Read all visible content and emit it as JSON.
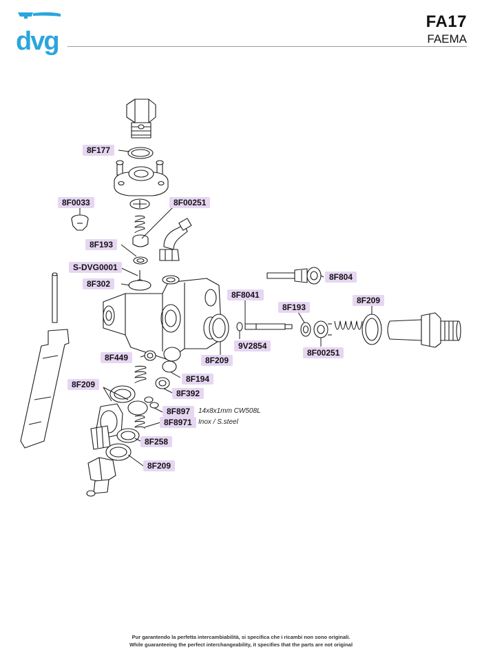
{
  "brand": {
    "logo_text": "dvg",
    "accent_color": "#2aa6dc"
  },
  "header": {
    "code": "FA17",
    "brand_name": "FAEMA"
  },
  "labels": {
    "8F177": "8F177",
    "8F0033": "8F0033",
    "8F00251_top": "8F00251",
    "8F193_left": "8F193",
    "S-DVG0001": "S-DVG0001",
    "8F302": "8F302",
    "8F804": "8F804",
    "8F8041": "8F8041",
    "8F193_right": "8F193",
    "8F209_right": "8F209",
    "9V2854": "9V2854",
    "8F00251_right": "8F00251",
    "8F209_mid": "8F209",
    "8F449": "8F449",
    "8F194": "8F194",
    "8F209_left": "8F209",
    "8F392": "8F392",
    "8F897": "8F897",
    "8F8971": "8F8971",
    "8F258": "8F258",
    "8F209_bottom": "8F209"
  },
  "notes": {
    "8F897_spec": "14x8x1mm CW508L",
    "8F8971_spec": "Inox / S.steel"
  },
  "footer": {
    "line_it": "Pur garantendo la perfetta intercambiabilità, si specifica che i ricambi non sono originali.",
    "line_en": "While guaranteeing the perfect interchangeability, it specifies that the parts are not original"
  },
  "colors": {
    "label_bg": "#e6d6f2",
    "line": "#1a1a1a"
  }
}
